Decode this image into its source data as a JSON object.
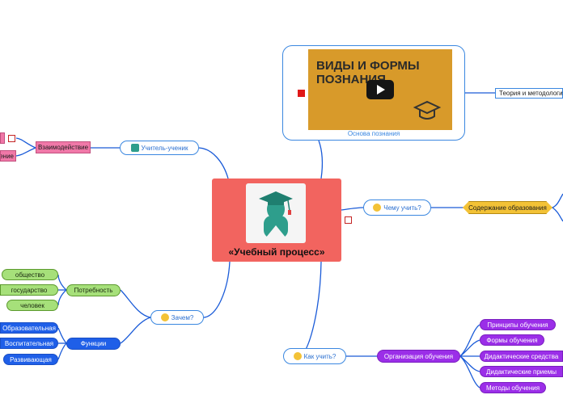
{
  "central": {
    "title": "«Учебный процесс»",
    "icon": "graduate-avatar-icon"
  },
  "colors": {
    "central": "#f2645f",
    "link": "#1a5bd8",
    "bubble_border": "#3a87e0",
    "green": "#a6e07a",
    "blue": "#1f5fe8",
    "purple": "#9b2ee8",
    "pink": "#f078a8",
    "gold": "#f3c236"
  },
  "video": {
    "title": "ВИДЫ И ФОРМЫ\nПОЗНАНИЯ",
    "caption": "Основа познания",
    "link_label": "Теория и методология"
  },
  "teacher": {
    "label": "Учитель-ученик",
    "interaction": "Взаимодействие",
    "interaction_child": "ение"
  },
  "what": {
    "label": "Чему учить?",
    "content": "Содержание образования"
  },
  "why": {
    "label": "Зачем?",
    "need": {
      "label": "Потребность",
      "items": [
        "общество",
        "государство",
        "человек"
      ]
    },
    "functions": {
      "label": "Функции",
      "items": [
        "Образовательная",
        "Воспитательная",
        "Развивающая"
      ]
    }
  },
  "how": {
    "label": "Как учить?",
    "org": "Организация обучения",
    "items": [
      "Принципы обучения",
      "Формы обучения",
      "Дидактические средства",
      "Дидактические приемы",
      "Методы обучения"
    ]
  }
}
